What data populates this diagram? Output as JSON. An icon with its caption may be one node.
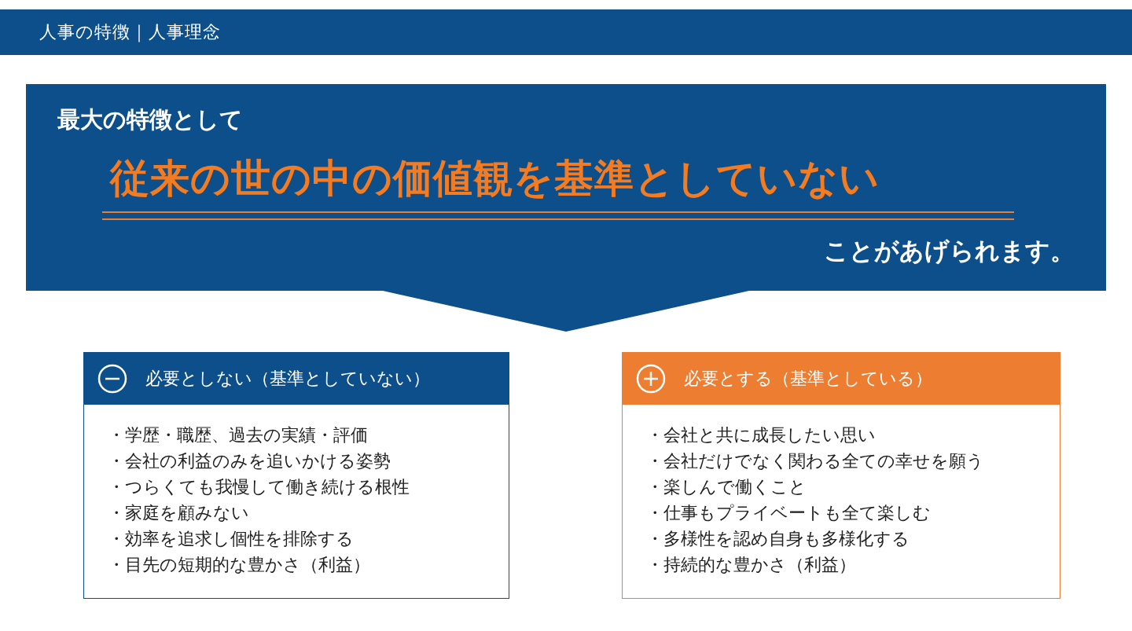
{
  "diagram": {
    "title": "人事の特徴｜人事理念",
    "nodes": [
      {
        "text": [
          "最大の特徴として",
          "従来の世の中の価値観を基準としていない",
          "ことがあげられます。"
        ]
      },
      {
        "text": [
          "必要としない（基準としていない）",
          "・学歴・職歴、過去の実績・評価",
          "・会社の利益のみを追いかける姿勢",
          "・つらくても我慢して働き続ける根性",
          "・家庭を顧みない",
          "・効率を追求し個性を排除する",
          "・目先の短期的な豊かさ（利益）"
        ]
      },
      {
        "text": [
          "必要とする（基準としている）",
          "・会社と共に成長したい思い",
          "・会社だけでなく関わる全ての幸せを願う",
          "・楽しんで働くこと",
          "・仕事もプライベートも全て楽しむ",
          "・多様性を認め自身も多様化する",
          "・持続的な豊かさ（利益）"
        ]
      }
    ]
  }
}
